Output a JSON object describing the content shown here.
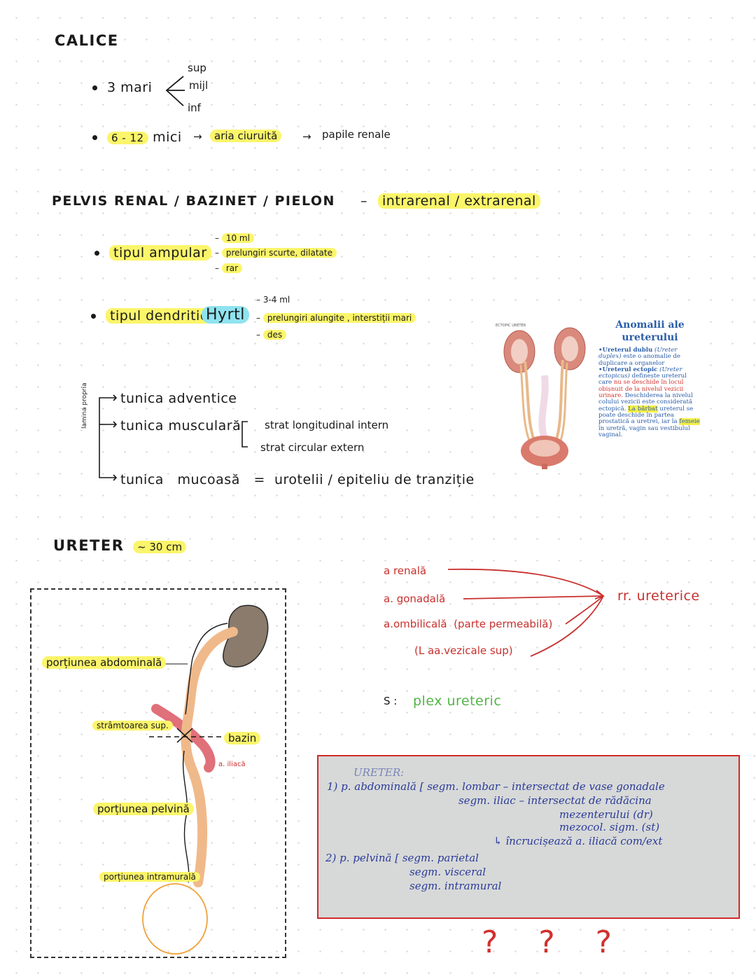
{
  "calice": {
    "title": "CALICE",
    "item1": "3 mari",
    "branches": [
      "sup",
      "mijl",
      "inf"
    ],
    "item2": "6 - 12",
    "item2_rest": "mici",
    "aria": "aria ciuruită",
    "papile": "papile renale"
  },
  "pelvis": {
    "title": "PELVIS  RENAL / BAZINET / PIELON",
    "location": "intrarenal / extrarenal",
    "ampular": {
      "label": "tipul ampular",
      "items": [
        "10 ml",
        "prelungiri scurte, dilatate",
        "rar"
      ]
    },
    "dendritic": {
      "label": "tipul dendritic",
      "author": "Hyrtl",
      "items": [
        "3-4 ml",
        "prelungiri alungite",
        ", interstiții mari",
        "des"
      ]
    },
    "tunica": {
      "side_label": "lamina propria",
      "adventice": "tunica adventice",
      "musculara": "tunica musculară",
      "strat1": "strat longitudinal intern",
      "strat2": "strat circular extern",
      "mucoasa": "tunica",
      "mucoasa2": "mucoasă",
      "eq": "=",
      "urotel": "urotelii / epiteliu de tranziție"
    }
  },
  "slide": {
    "caption": "ECTOPIC URETER",
    "title": "Anomalii ale ureterului",
    "p1_b": "•Ureterul dublu",
    "p1_i": "(Ureter duplex)",
    "p1_t": "este o anomalie de duplicare a organelor",
    "p2_b": "•Ureterul ectopic",
    "p2_i": "(Ureter ectopicus)",
    "p2_t1": "definește ureterul care",
    "p2_r": "nu se deschide în locul obișnuit de la nivelul vezicii urinare.",
    "p2_t2": "Deschiderea la nivelul colului vezicii este considerată ectopică.",
    "p2_y1": "La bărbat",
    "p2_t3": "ureterul se poate deschide în partea prostatică a uretrei, iar la",
    "p2_y2": "femeie",
    "p2_t4": "în uretră, vagin sau vestibulul vaginal."
  },
  "ureter": {
    "title": "URETER",
    "length": "~ 30 cm",
    "diagram": {
      "abdominala": "porțiunea abdominală",
      "stramtoare": "strâmtoarea sup.",
      "bazin": "bazin",
      "iliaca": "a. iliacă",
      "pelvina": "porțiunea pelvină",
      "intramurala": "porțiunea intramurală"
    },
    "vessels": {
      "renala": "a renală",
      "gonadala": "a. gonadală",
      "ombilicala": "a.ombilicală",
      "permeabila": "(parte permeabilă)",
      "vezicale": "(L aa.vezicale sup)",
      "result": "rr. ureterice"
    },
    "nerve_label": "S :",
    "nerve": "plex ureteric",
    "photo": {
      "title": "URETER:",
      "l1": "1) p. abdominală [ segm. lombar – intersectat de vase gonadale",
      "l2": "segm. iliac – intersectat de rădăcina",
      "l3": "mezenterului (dr)",
      "l4": "mezocol. sigm. (st)",
      "l5": "↳ încrucișează a. iliacă com/ext",
      "l6": "2) p. pelvină [ segm. parietal",
      "l7": "segm. visceral",
      "l8": "segm. intramural"
    },
    "question": "? ? ?"
  }
}
